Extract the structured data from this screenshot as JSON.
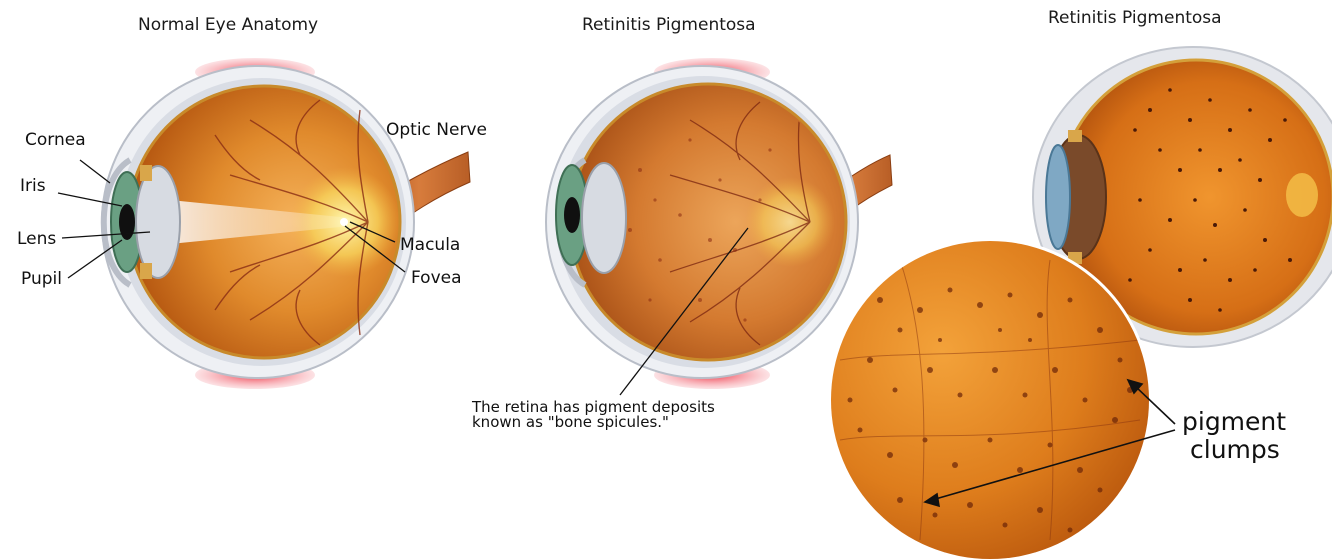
{
  "titles": {
    "normal": "Normal Eye Anatomy",
    "rp_middle": "Retinitis Pigmentosa",
    "rp_right": "Retinitis Pigmentosa"
  },
  "labels": {
    "cornea": "Cornea",
    "iris": "Iris",
    "lens": "Lens",
    "pupil": "Pupil",
    "optic_nerve": "Optic Nerve",
    "macula": "Macula",
    "fovea": "Fovea"
  },
  "caption": {
    "line1": "The retina has pigment deposits",
    "line2": "known as \"bone spicules.\""
  },
  "pigment_label": {
    "line1": "pigment",
    "line2": "clumps"
  }
}
